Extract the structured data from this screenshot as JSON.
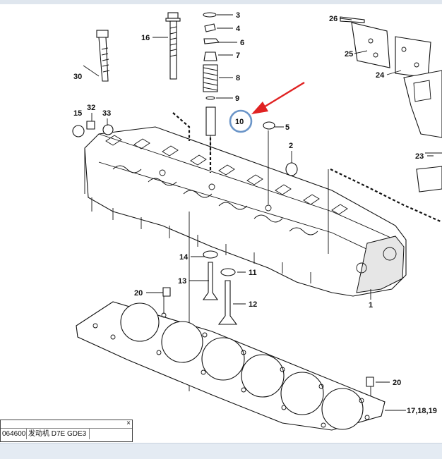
{
  "callouts": {
    "c1": "1",
    "c2": "2",
    "c3": "3",
    "c4": "4",
    "c5": "5",
    "c6": "6",
    "c7": "7",
    "c8": "8",
    "c9": "9",
    "c10": "10",
    "c11": "11",
    "c12": "12",
    "c13": "13",
    "c14": "14",
    "c15": "15",
    "c16": "16",
    "c17": "17,18,19",
    "c20a": "20",
    "c20b": "20",
    "c23": "23",
    "c24": "24",
    "c25": "25",
    "c26": "26",
    "c30": "30",
    "c32": "32",
    "c33": "33"
  },
  "highlight": {
    "ring_color": "#6b95c8",
    "arrow_color": "#e02222",
    "target": "10"
  },
  "infobox": {
    "close_label": "×",
    "part_number": "064600",
    "description": "发动机 D7E GDE3",
    "extra": ""
  }
}
